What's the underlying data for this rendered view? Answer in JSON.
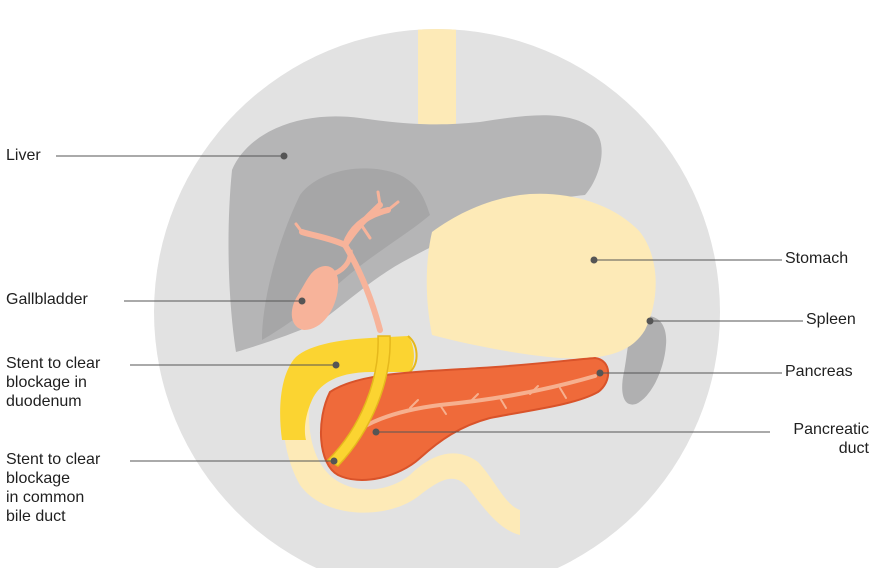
{
  "labels": {
    "liver": "Liver",
    "gallbladder": "Gallbladder",
    "stent_duodenum": "Stent to clear\nblockage in\nduodenum",
    "stent_bile_duct": "Stent to clear\nblockage\nin common\nbile duct",
    "stomach": "Stomach",
    "spleen": "Spleen",
    "pancreas": "Pancreas",
    "pancreatic_duct": "Pancreatic\nduct"
  },
  "colors": {
    "background_circle": "#e2e2e2",
    "liver": "#b5b5b6",
    "liver_shadow": "#a6a6a7",
    "digestive_tract": "#fdeab7",
    "spleen": "#b0b0b1",
    "gallbladder_and_bile_ducts": "#f7b39a",
    "pancreas": "#ef6a3a",
    "pancreas_outline": "#d9532a",
    "pancreatic_duct": "#f6b08f",
    "stent": "#fbd431",
    "leader_line": "#555555",
    "marker_dot": "#555555"
  }
}
